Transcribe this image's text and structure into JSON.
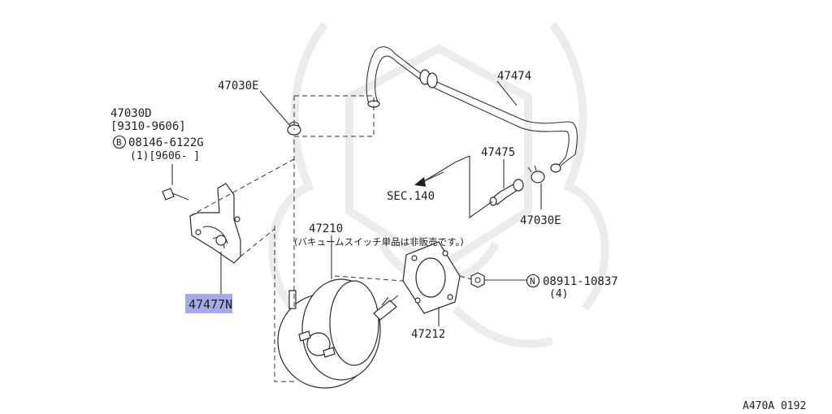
{
  "diagram_code": "A470A 0192",
  "colors": {
    "highlight": "#a9a9e8",
    "line": "#333333",
    "watermark": "#ececec"
  },
  "labels": {
    "p47030E_top": "47030E",
    "p47030D": "47030D",
    "p47030D_range": "[9310-9606]",
    "bolt_circle": "B",
    "bolt_number": "08146-6122G",
    "bolt_qty": "(1)[9606-    ]",
    "p47477N": "47477N",
    "p47474": "47474",
    "p47475": "47475",
    "sec_ref": "SEC.140",
    "p47030E_right": "47030E",
    "p47210": "47210",
    "p47210_note": "(バキュームスイッチ単品は非販売です。)",
    "p47212": "47212",
    "nut_circle": "N",
    "nut_number": "08911-10837",
    "nut_qty": "(4)"
  }
}
